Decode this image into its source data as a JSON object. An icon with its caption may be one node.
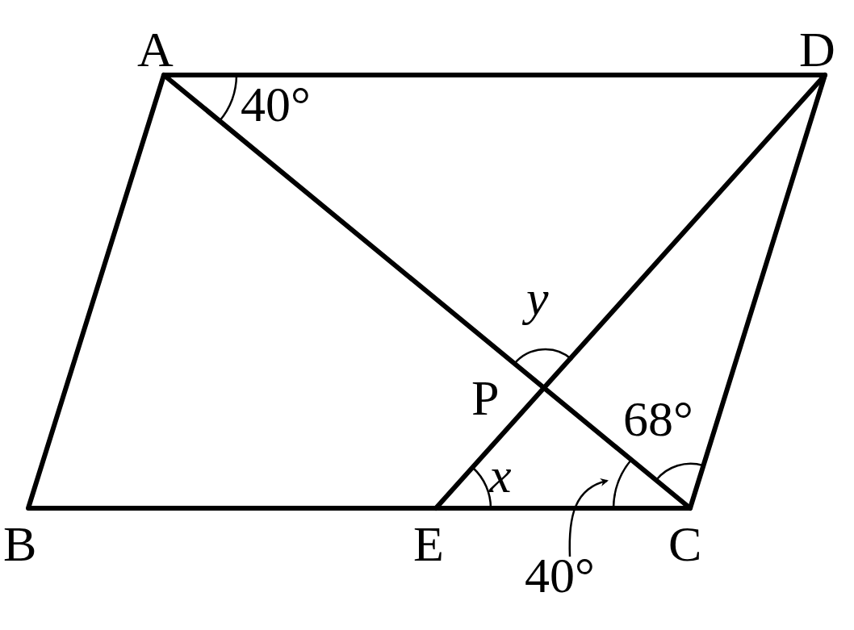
{
  "diagram": {
    "nodes": [
      {
        "text": [
          "40°"
        ]
      },
      {
        "text": [],
        "shape": "arc"
      }
    ],
    "edges": [
      {
        "from": 0,
        "to": 1,
        "arrow": "to"
      }
    ],
    "labels": [
      "A",
      "D",
      "40°",
      "y",
      "P",
      "68°",
      "x",
      "B",
      "E",
      "C"
    ]
  }
}
